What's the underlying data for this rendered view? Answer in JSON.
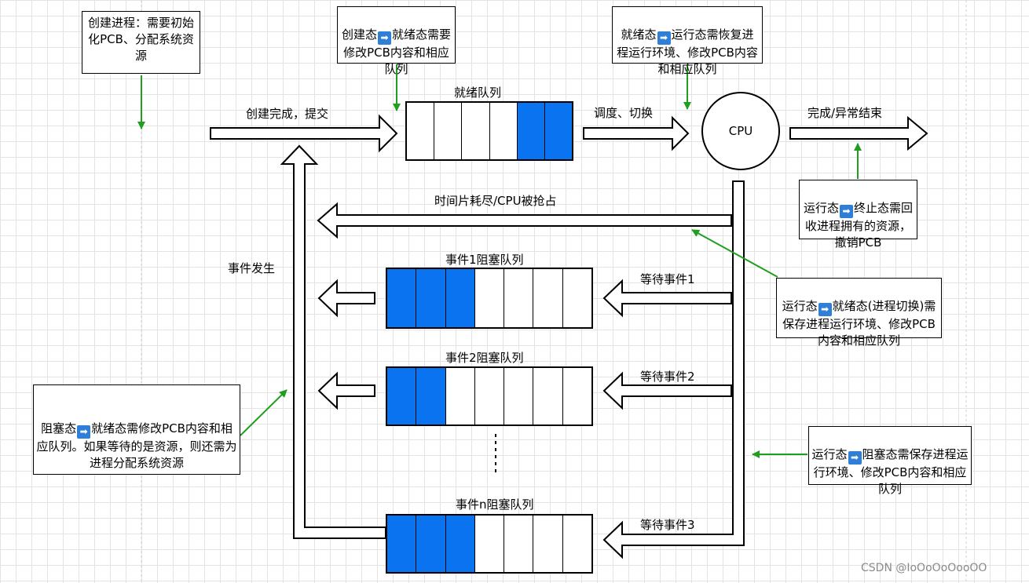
{
  "labels": {
    "submit": "创建完成，提交",
    "ready_queue": "就绪队列",
    "dispatch": "调度、切换",
    "finish": "完成/异常结束",
    "timeout": "时间片耗尽/CPU被抢占",
    "event_occurs": "事件发生",
    "queue1": "事件1阻塞队列",
    "queue2": "事件2阻塞队列",
    "queuen": "事件n阻塞队列",
    "wait1": "等待事件1",
    "wait2": "等待事件2",
    "wait3": "等待事件3",
    "ellipsis": "⋮"
  },
  "cpu": {
    "label": "CPU"
  },
  "notes": {
    "create": "创建进程：需要初始化PCB、分配系统资源",
    "create_ready": {
      "before": "创建态",
      "after": "就绪态需要修改PCB内容和相应队列"
    },
    "ready_run": {
      "before": "就绪态",
      "after": "运行态需恢复进程运行环境、修改PCB内容和相应队列"
    },
    "run_terminate": {
      "before": "运行态",
      "after": "终止态需回收进程拥有的资源，撤销PCB"
    },
    "run_ready": {
      "before": "运行态",
      "after": "就绪态(进程切换)需保存进程运行环境、修改PCB内容和相应队列"
    },
    "blocked_ready": {
      "before": "阻塞态",
      "after": "就绪态需修改PCB内容和相应队列。如果等待的是资源，则还需为进程分配系统资源"
    },
    "run_blocked": {
      "before": "运行态",
      "after": "阻塞态需保存进程运行环境、修改PCB内容和相应队列"
    }
  },
  "transition_icon": "right-arrow-icon",
  "colors": {
    "queue_fill": "#0a73f0",
    "note_arrow": "#1f9e1f",
    "icon_bg": "#2f7fd9"
  },
  "queues": {
    "ready": {
      "slots": 6,
      "filled": [
        4,
        5
      ]
    },
    "event1": {
      "slots": 7,
      "filled": [
        0,
        1,
        2
      ]
    },
    "event2": {
      "slots": 7,
      "filled": [
        0,
        1
      ]
    },
    "eventn": {
      "slots": 7,
      "filled": [
        0,
        1,
        2
      ]
    }
  },
  "watermark": "CSDN @IoOoOoOooOO"
}
